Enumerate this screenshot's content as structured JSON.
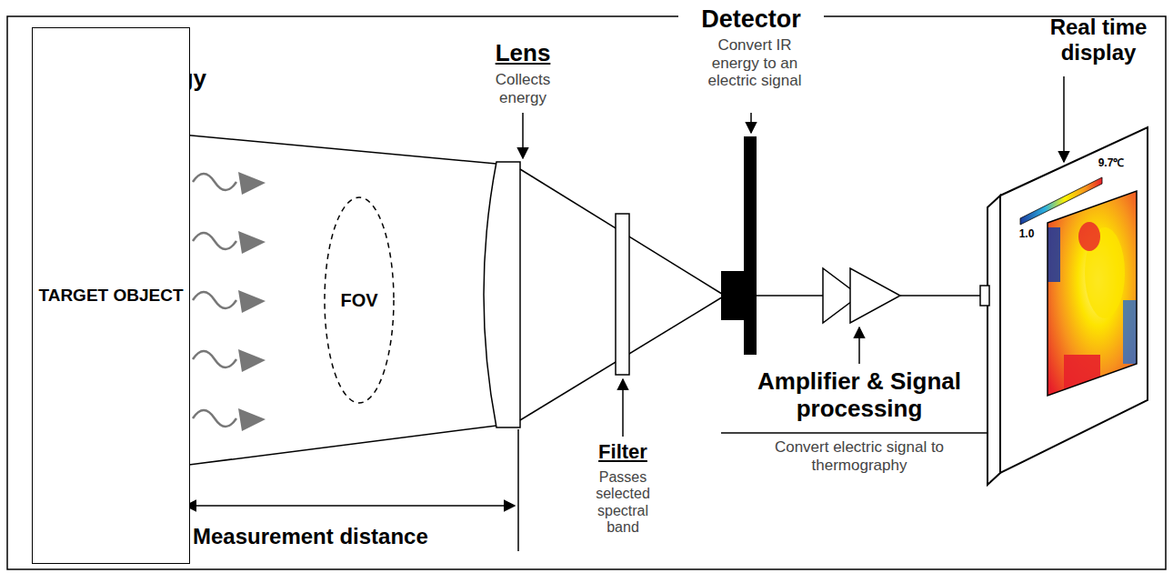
{
  "diagram": {
    "nodes": [
      {
        "text": [
          "TARGET OBJECT"
        ]
      },
      {
        "text": [
          "FOV"
        ]
      }
    ],
    "labels": [
      "Emit IR energy",
      "Lens",
      "Collects energy",
      "Detector",
      "Convert IR energy to an electric signal",
      "Real time display",
      "9.7℃",
      "1.0",
      "Filter",
      "Passes selected spectral band",
      "Amplifier & Signal processing",
      "Convert electric signal to thermography",
      "Measurement distance"
    ]
  }
}
